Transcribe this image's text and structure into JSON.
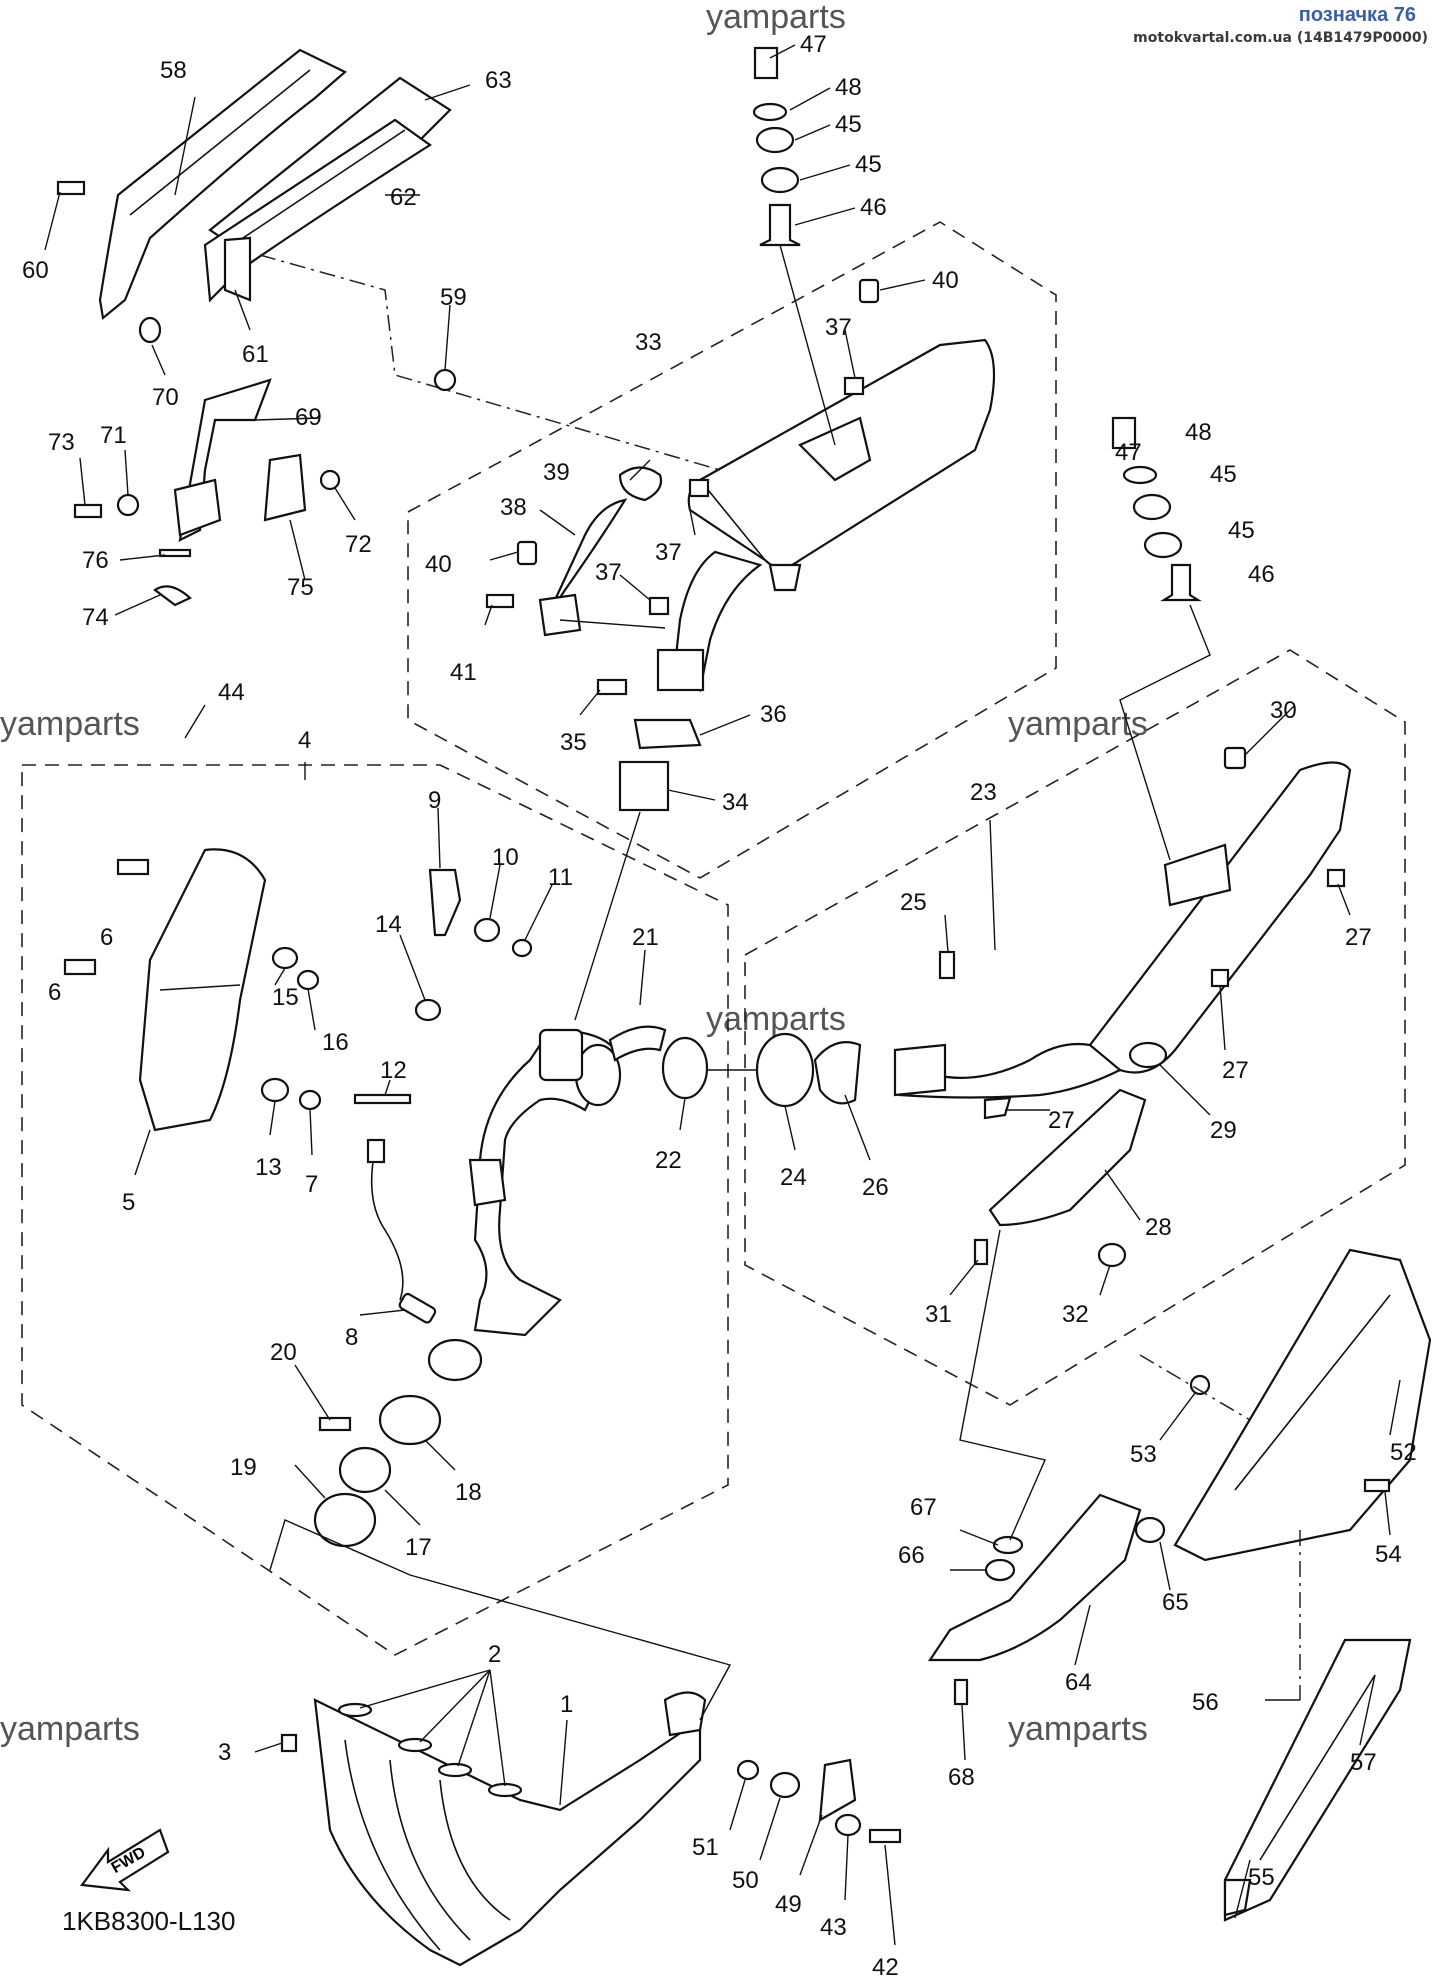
{
  "header": {
    "title": "позначка 76",
    "source": "motokvartal.com.ua (14B1479P0000)"
  },
  "watermark": "yamparts",
  "diagram_code": "1KB8300-L130",
  "fwd_label": "FWD",
  "labels": {
    "p1": "1",
    "p2": "2",
    "p3": "3",
    "p4": "4",
    "p5": "5",
    "p6a": "6",
    "p6b": "6",
    "p7": "7",
    "p8": "8",
    "p9": "9",
    "p10": "10",
    "p11": "11",
    "p12": "12",
    "p13": "13",
    "p14": "14",
    "p15": "15",
    "p16": "16",
    "p17": "17",
    "p18": "18",
    "p19": "19",
    "p20": "20",
    "p21": "21",
    "p22": "22",
    "p23": "23",
    "p24": "24",
    "p25": "25",
    "p26": "26",
    "p27a": "27",
    "p27b": "27",
    "p27c": "27",
    "p28": "28",
    "p29": "29",
    "p30": "30",
    "p31": "31",
    "p32": "32",
    "p33": "33",
    "p34": "34",
    "p35": "35",
    "p36": "36",
    "p37a": "37",
    "p37b": "37",
    "p37c": "37",
    "p38": "38",
    "p39": "39",
    "p40a": "40",
    "p40b": "40",
    "p41": "41",
    "p42": "42",
    "p43": "43",
    "p44": "44",
    "p45a": "45",
    "p45b": "45",
    "p45c": "45",
    "p45d": "45",
    "p46a": "46",
    "p46b": "46",
    "p47a": "47",
    "p47b": "47",
    "p48a": "48",
    "p48b": "48",
    "p49": "49",
    "p50": "50",
    "p51": "51",
    "p52": "52",
    "p53": "53",
    "p54": "54",
    "p55": "55",
    "p56": "56",
    "p57": "57",
    "p58": "58",
    "p59": "59",
    "p60": "60",
    "p61": "61",
    "p62": "62",
    "p63": "63",
    "p64": "64",
    "p65": "65",
    "p66": "66",
    "p67": "67",
    "p68": "68",
    "p69": "69",
    "p70": "70",
    "p71": "71",
    "p72": "72",
    "p73": "73",
    "p74": "74",
    "p75": "75",
    "p76": "76"
  }
}
